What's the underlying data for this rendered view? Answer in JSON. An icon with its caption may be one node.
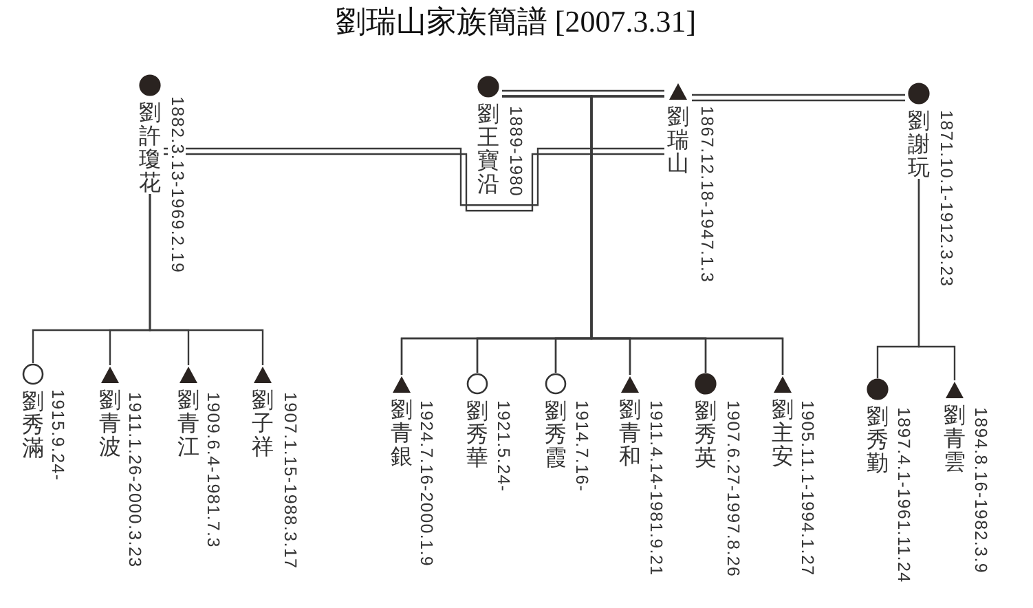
{
  "diagram": {
    "title": "劉瑞山家族簡譜 [2007.3.31]",
    "nodes": [
      {
        "text": [
          "劉許瓊花"
        ],
        "beside": [
          "1882.3.13-1969.2.19"
        ]
      },
      {
        "text": [
          "劉王寶沿"
        ],
        "beside": [
          "1889-1980"
        ]
      },
      {
        "text": [
          "劉瑞山"
        ],
        "beside": [
          "1867.12.18-1947.1.3"
        ]
      },
      {
        "text": [
          "劉謝玩"
        ],
        "beside": [
          "1871.10.1-1912.3.23"
        ]
      },
      {
        "text": [
          "劉秀滿"
        ],
        "beside": [
          "1915.9.24-"
        ]
      },
      {
        "text": [
          "劉青波"
        ],
        "beside": [
          "1911.1.26-2000.3.23"
        ]
      },
      {
        "text": [
          "劉青江"
        ],
        "beside": [
          "1909.6.4-1981.7.3"
        ]
      },
      {
        "text": [
          "劉子祥"
        ],
        "beside": [
          "1907.1.15-1988.3.17"
        ]
      },
      {
        "text": [
          "劉青銀"
        ],
        "beside": [
          "1924.7.16-2000.1.9"
        ]
      },
      {
        "text": [
          "劉秀華"
        ],
        "beside": [
          "1921.5.24-"
        ]
      },
      {
        "text": [
          "劉秀霞"
        ],
        "beside": [
          "1914.7.16-"
        ]
      },
      {
        "text": [
          "劉青和"
        ],
        "beside": [
          "1911.4.14-1981.9.21"
        ]
      },
      {
        "text": [
          "劉秀英"
        ],
        "beside": [
          "1907.6.27-1997.8.26"
        ]
      },
      {
        "text": [
          "劉主安"
        ],
        "beside": [
          "1905.11.1-1994.1.27"
        ]
      },
      {
        "text": [
          "劉秀勤"
        ],
        "beside": [
          "1897.4.1-1961.11.24"
        ]
      },
      {
        "text": [
          "劉青雲"
        ],
        "beside": [
          "1894.8.16-1982.3.9"
        ]
      }
    ],
    "edges": [
      {
        "from": 1,
        "to": 2,
        "arrow": "none"
      },
      {
        "from": 0,
        "to": 2,
        "arrow": "none"
      },
      {
        "from": 2,
        "to": 3,
        "arrow": "none"
      },
      {
        "from": 0,
        "to": 4,
        "arrow": "none"
      },
      {
        "from": 0,
        "to": 5,
        "arrow": "none"
      },
      {
        "from": 0,
        "to": 6,
        "arrow": "none"
      },
      {
        "from": 0,
        "to": 7,
        "arrow": "none"
      },
      {
        "from": 1,
        "to": 8,
        "arrow": "none"
      },
      {
        "from": 1,
        "to": 9,
        "arrow": "none"
      },
      {
        "from": 1,
        "to": 10,
        "arrow": "none"
      },
      {
        "from": 1,
        "to": 11,
        "arrow": "none"
      },
      {
        "from": 1,
        "to": 12,
        "arrow": "none"
      },
      {
        "from": 1,
        "to": 13,
        "arrow": "none"
      },
      {
        "from": 2,
        "to": 8,
        "arrow": "none"
      },
      {
        "from": 2,
        "to": 9,
        "arrow": "none"
      },
      {
        "from": 2,
        "to": 10,
        "arrow": "none"
      },
      {
        "from": 2,
        "to": 11,
        "arrow": "none"
      },
      {
        "from": 2,
        "to": 12,
        "arrow": "none"
      },
      {
        "from": 2,
        "to": 13,
        "arrow": "none"
      },
      {
        "from": 3,
        "to": 14,
        "arrow": "none"
      },
      {
        "from": 3,
        "to": 15,
        "arrow": "none"
      }
    ]
  }
}
